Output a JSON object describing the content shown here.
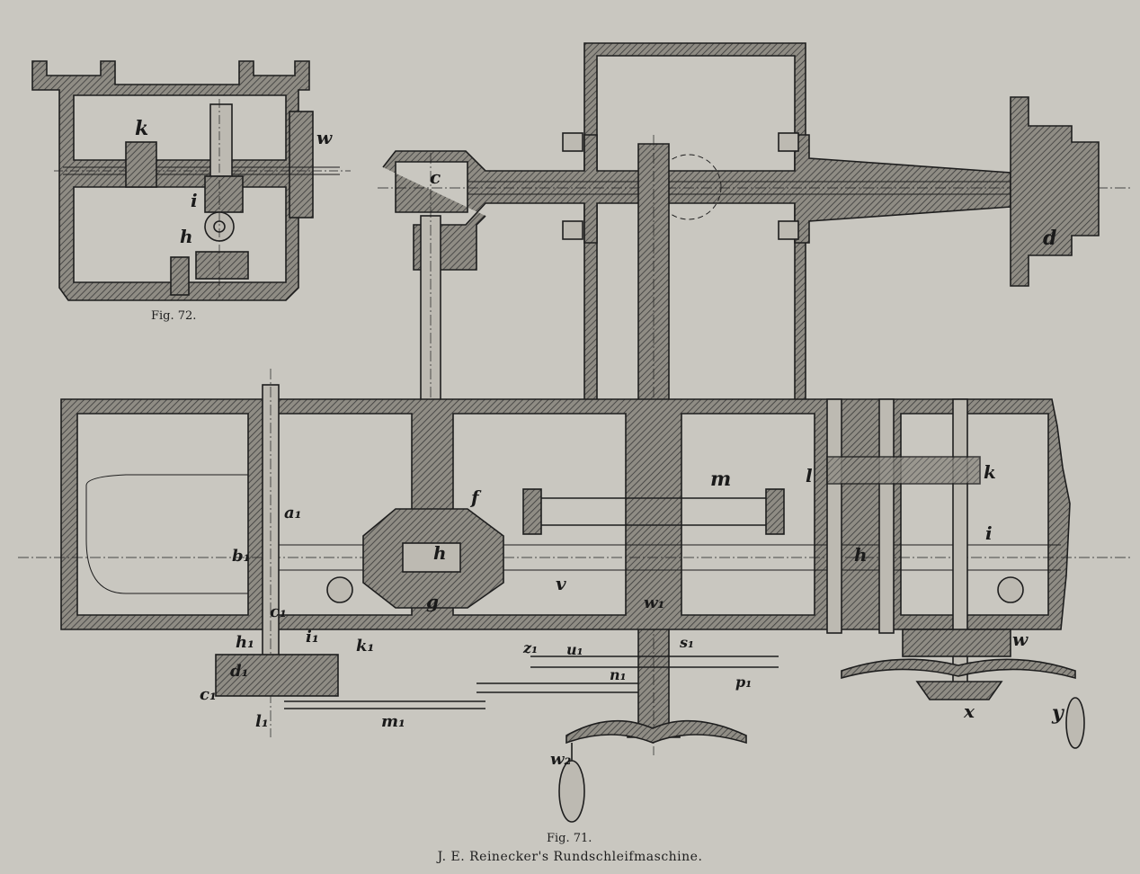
{
  "captions": {
    "fig72": "Fig. 72.",
    "fig71": "Fig. 71.",
    "title": "J. E. Reinecker's Rundschleifmaschine."
  },
  "labels": {
    "fig72_k": "k",
    "fig72_w": "w",
    "fig72_i": "i",
    "fig72_h": "h",
    "c": "c",
    "d": "d",
    "f": "f",
    "g": "g",
    "h_main": "h",
    "h_right": "h",
    "m": "m",
    "l": "l",
    "k": "k",
    "i": "i",
    "v": "v",
    "w1": "w₁",
    "a1": "a₁",
    "b1": "b₁",
    "c1_upper": "c₁",
    "h1": "h₁",
    "i1": "i₁",
    "k1": "k₁",
    "d1": "d₁",
    "c1_lower": "c₁",
    "l1": "l₁",
    "m1": "m₁",
    "z1": "z₁",
    "u1": "u₁",
    "s1": "s₁",
    "n1": "n₁",
    "p1": "p₁",
    "w2": "w₂",
    "w_right": "w",
    "x": "x",
    "y": "y"
  }
}
